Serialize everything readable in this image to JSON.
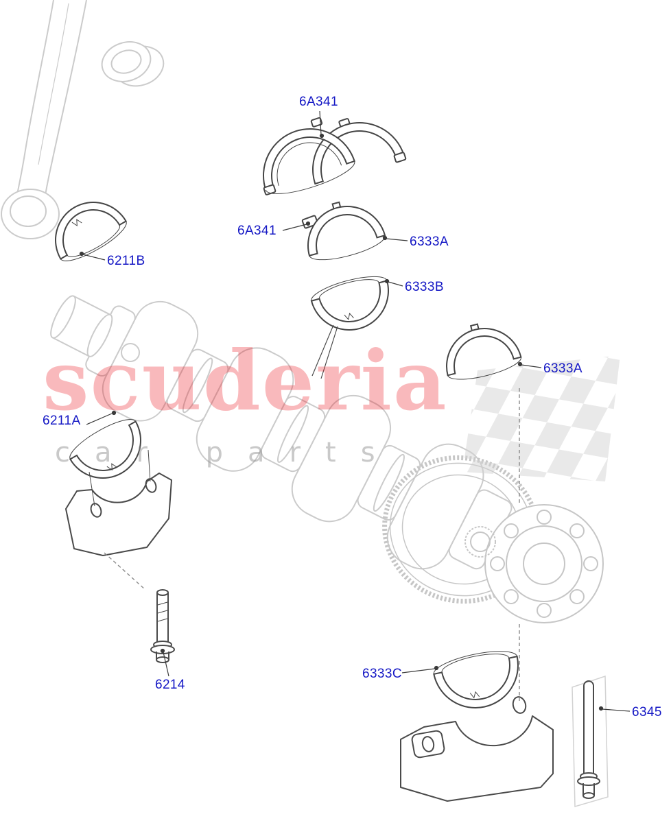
{
  "diagram": {
    "kind": "parts-exploded-diagram",
    "subject": "crankshaft main bearings"
  },
  "watermark": {
    "brand": "scuderia",
    "subtitle": "car parts"
  },
  "colors": {
    "label_blue": "#1518c5",
    "watermark_red": "#ed1c24",
    "line_dark": "#4a4a4a",
    "line_ghost": "#cccccc"
  },
  "labels": [
    {
      "text": "6A341"
    },
    {
      "text": "6A341"
    },
    {
      "text": "6333A"
    },
    {
      "text": "6333B"
    },
    {
      "text": "6211B"
    },
    {
      "text": "6333A"
    },
    {
      "text": "6211A"
    },
    {
      "text": "6214"
    },
    {
      "text": "6333C"
    },
    {
      "text": "6345"
    }
  ]
}
